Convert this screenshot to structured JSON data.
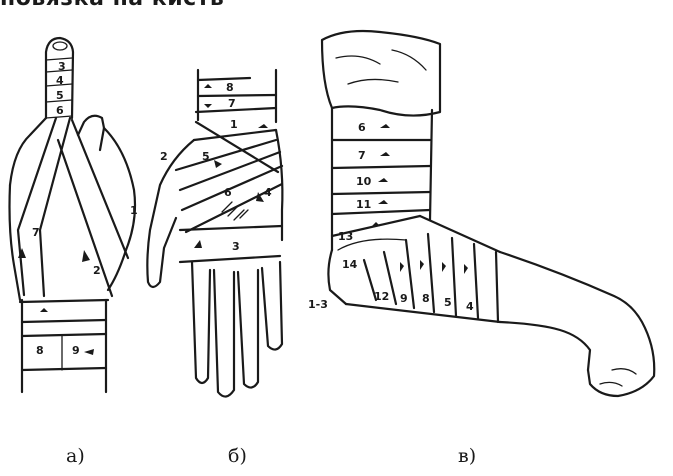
{
  "heading": "повязка на кисть",
  "panels": [
    {
      "caption": "а)",
      "turns": [
        "3",
        "4",
        "5",
        "6",
        "7",
        "2",
        "1",
        "8",
        "9"
      ]
    },
    {
      "caption": "б)",
      "turns": [
        "8",
        "7",
        "1",
        "2",
        "5",
        "6",
        "4",
        "3"
      ]
    },
    {
      "caption": "в)",
      "turns": [
        "6",
        "7",
        "10",
        "11",
        "13",
        "14",
        "12",
        "9",
        "8",
        "5",
        "4",
        "1-3"
      ]
    }
  ]
}
